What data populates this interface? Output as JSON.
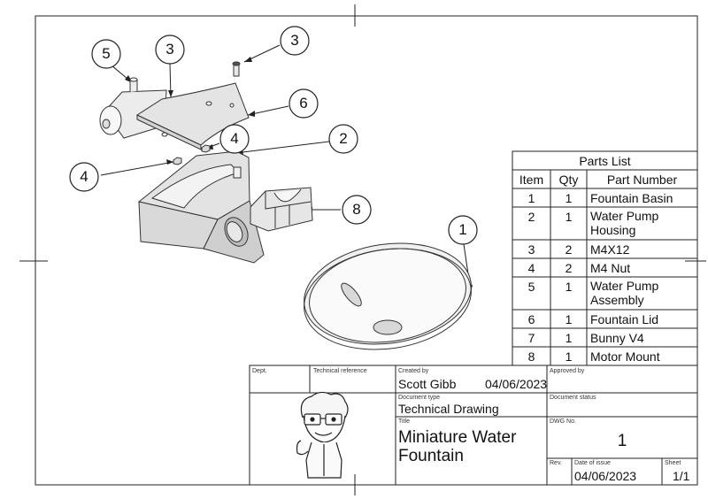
{
  "balloons": [
    {
      "id": "b5-top",
      "label": "5"
    },
    {
      "id": "b3-left",
      "label": "3"
    },
    {
      "id": "b3-right",
      "label": "3"
    },
    {
      "id": "b6",
      "label": "6"
    },
    {
      "id": "b4-mid",
      "label": "4"
    },
    {
      "id": "b2",
      "label": "2"
    },
    {
      "id": "b4-left",
      "label": "4"
    },
    {
      "id": "b8",
      "label": "8"
    },
    {
      "id": "b1",
      "label": "1"
    }
  ],
  "parts_list": {
    "title": "Parts List",
    "headers": {
      "item": "Item",
      "qty": "Qty",
      "part": "Part Number"
    },
    "rows": [
      {
        "item": "1",
        "qty": "1",
        "part": "Fountain Basin"
      },
      {
        "item": "2",
        "qty": "1",
        "part": "Water Pump Housing"
      },
      {
        "item": "3",
        "qty": "2",
        "part": "M4X12"
      },
      {
        "item": "4",
        "qty": "2",
        "part": "M4 Nut"
      },
      {
        "item": "5",
        "qty": "1",
        "part": "Water Pump Assembly"
      },
      {
        "item": "6",
        "qty": "1",
        "part": "Fountain Lid"
      },
      {
        "item": "7",
        "qty": "1",
        "part": "Bunny V4"
      },
      {
        "item": "8",
        "qty": "1",
        "part": "Motor Mount"
      }
    ]
  },
  "title_block": {
    "dept_label": "Dept.",
    "tech_ref_label": "Technical reference",
    "created_by_label": "Created by",
    "created_by": "Scott Gibb",
    "created_date": "04/06/2023",
    "approved_by_label": "Approved by",
    "doc_type_label": "Document type",
    "doc_type": "Technical Drawing",
    "doc_status_label": "Document status",
    "title_label": "Title",
    "title": "Miniature Water Fountain",
    "dwg_no_label": "DWG No.",
    "dwg_no": "1",
    "rev_label": "Rev.",
    "date_issue_label": "Date of issue",
    "date_issue": "04/06/2023",
    "sheet_label": "Sheet",
    "sheet": "1/1"
  }
}
